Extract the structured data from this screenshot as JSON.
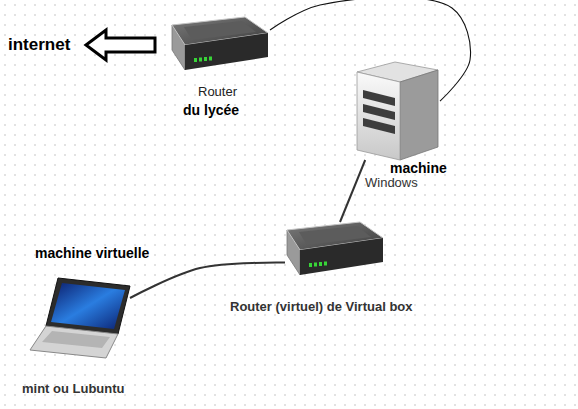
{
  "diagram": {
    "nodes": [
      {
        "text": [
          "Router",
          "du lycée"
        ]
      },
      {
        "text": [
          "machine",
          "Windows"
        ]
      },
      {
        "text": [
          "Router (virtuel) de Virtual box"
        ]
      },
      {
        "text": [
          "machine virtuelle",
          "mint ou Lubuntu"
        ]
      }
    ],
    "edges": [
      {
        "from": 0,
        "to": 1,
        "arrow": "none"
      },
      {
        "from": 1,
        "to": 2,
        "arrow": "none"
      },
      {
        "from": 2,
        "to": 3,
        "arrow": "none"
      }
    ],
    "labels": [
      "internet"
    ]
  }
}
